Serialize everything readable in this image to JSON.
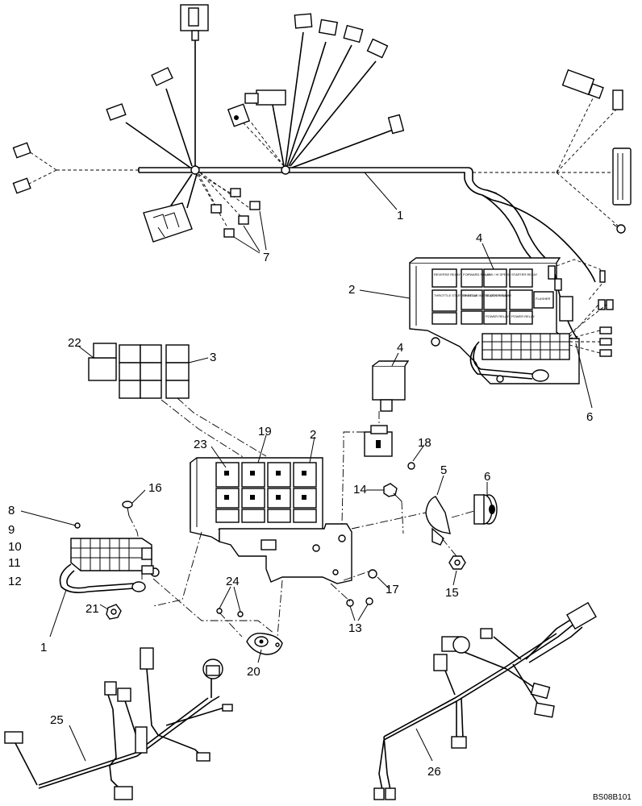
{
  "drawing_code": "BS08B101",
  "callouts": {
    "c1_top": "1",
    "c1_bottom": "1",
    "c2_top": "2",
    "c2_mid": "2",
    "c3": "3",
    "c4_top": "4",
    "c4_mid": "4",
    "c5": "5",
    "c6_top": "6",
    "c6_mid": "6",
    "c7": "7",
    "c8": "8",
    "c9": "9",
    "c10": "10",
    "c11": "11",
    "c12": "12",
    "c13": "13",
    "c14": "14",
    "c15": "15",
    "c16": "16",
    "c17": "17",
    "c18": "18",
    "c19": "19",
    "c20": "20",
    "c21": "21",
    "c22": "22",
    "c23": "23",
    "c24": "24",
    "c25": "25",
    "c26": "26"
  },
  "relay_labels": {
    "r1": "REVERSE RELAY",
    "r2": "FORWARD RELAY",
    "r3": "LOW / HI SPEED",
    "r4": "STARTER RELAY",
    "r5": "THROTTLE STARTER RELAY",
    "r6": "SHUTTLE INTERLOCK RELAY",
    "r7": "STARTER RELAY",
    "r8": "FLASHER",
    "r9": "POWER RELAY",
    "r10": "POWER RELAY"
  }
}
